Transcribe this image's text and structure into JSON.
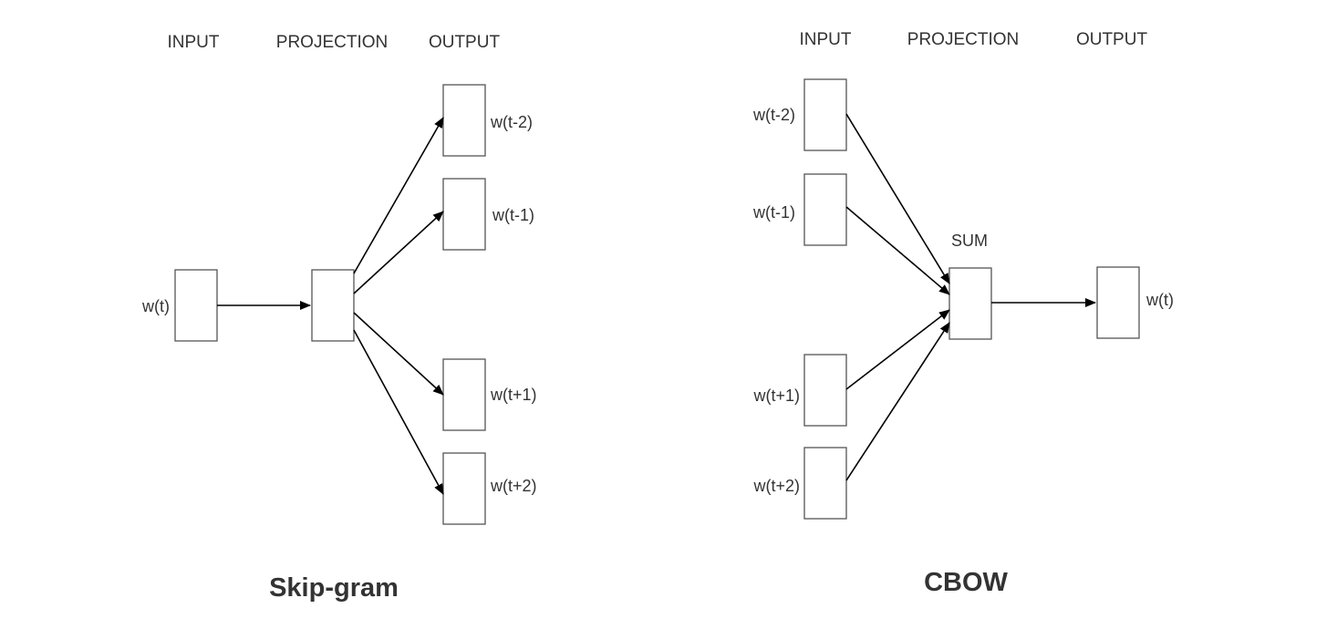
{
  "skipgram": {
    "title": "Skip-gram",
    "headers": {
      "input": "INPUT",
      "projection": "PROJECTION",
      "output": "OUTPUT"
    },
    "input_label": "w(t)",
    "output_labels": [
      "w(t-2)",
      "w(t-1)",
      "w(t+1)",
      "w(t+2)"
    ]
  },
  "cbow": {
    "title": "CBOW",
    "headers": {
      "input": "INPUT",
      "projection": "PROJECTION",
      "output": "OUTPUT"
    },
    "input_labels": [
      "w(t-2)",
      "w(t-1)",
      "w(t+1)",
      "w(t+2)"
    ],
    "sum_label": "SUM",
    "output_label": "w(t)"
  },
  "colors": {
    "stroke": "#555555",
    "arrow": "#000000",
    "text": "#333333"
  }
}
